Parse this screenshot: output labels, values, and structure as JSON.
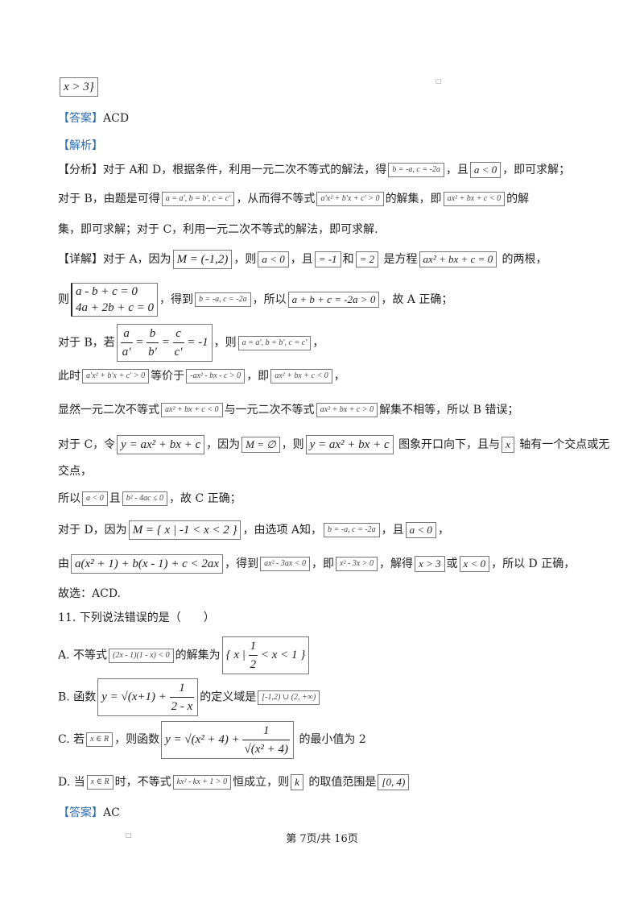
{
  "l01": {
    "m1": "x > 3}"
  },
  "l02": {
    "tag": "【答案】",
    "t1": "ACD"
  },
  "l03": {
    "tag": "【解析】"
  },
  "l04": {
    "tag": "【分析】",
    "t1": "对于 A和 D，根据条件，利用一元二次不等式的解法，得",
    "m1": "b = -a, c = -2a",
    "t2": "，且",
    "m2": "a < 0",
    "t3": "，即可求解；"
  },
  "l05": {
    "t1": "对于 B，由题是可得",
    "m1": "a = a′, b = b′, c = c′",
    "t2": "，从而得不等式",
    "m2": "a′x² + b′x + c′ > 0",
    "t3": "的解集，即",
    "m3": "ax² + bx + c < 0",
    "t4": "的解"
  },
  "l06": {
    "t1": "集，即可求解；对于 C，利用一元二次不等式的解法，即可求解."
  },
  "l07": {
    "tag": "【详解】",
    "t1": "对于 A，因为",
    "m1": "M = (-1,2)",
    "t2": "，则",
    "m2": "a < 0",
    "t3": "，且",
    "m3": "= -1",
    "t4": "和",
    "m4": "= 2",
    "t5": "是方程",
    "m5": "ax² + bx + c = 0",
    "t6": "的两根，"
  },
  "l08": {
    "t1": "则",
    "m1a": "a - b + c = 0",
    "m1b": "4a + 2b + c = 0",
    "t2": "，得到",
    "m2": "b = -a, c = -2a",
    "t3": "，所以",
    "m3": "a + b + c = -2a > 0",
    "t4": "，故 A 正确；"
  },
  "l09": {
    "t1": "对于 B，若",
    "f1n": "a",
    "f1d": "a′",
    "eq1": "=",
    "f2n": "b",
    "f2d": "b′",
    "eq2": "=",
    "f3n": "c",
    "f3d": "c′",
    "eq3": "= -1",
    "t2": "，则",
    "m2": "a = a′, b = b′, c = c′",
    "t3": "，"
  },
  "l10": {
    "t1": "此时",
    "m1": "a′x² + b′x + c′ > 0",
    "t2": "等价于",
    "m2": "-ax² - bx - c > 0",
    "t3": "，即",
    "m3": "ax² + bx + c < 0",
    "t4": "，"
  },
  "l11": {
    "t1": "显然一元二次不等式",
    "m1": "ax² + bx + c < 0",
    "t2": "与一元二次不等式",
    "m2": "ax² + bx + c > 0",
    "t3": "解集不相等，所以 B 错误；"
  },
  "l12": {
    "t1": "对于 C，令",
    "m1": "y = ax² + bx + c",
    "t2": "，因为",
    "m2": "M = ∅",
    "t3": "，则",
    "m3": "y = ax² + bx + c",
    "t4": "图象开口向下，且与",
    "m4": "x",
    "t5": "轴有一个交点或无"
  },
  "l13": {
    "t1": "交点，"
  },
  "l14": {
    "t1": "所以",
    "m1": "a < 0",
    "t2": "且",
    "m2": "b² - 4ac ≤ 0",
    "t3": "，故 C 正确；"
  },
  "l15": {
    "t1": "对于 D，因为",
    "m1": "M = { x | -1 < x < 2 }",
    "t2": "，由选项 A知，",
    "m2": "b = -a, c = -2a",
    "t3": "，且",
    "m3": "a < 0",
    "t4": "，"
  },
  "l16": {
    "t1": "由",
    "m1": "a(x² + 1) + b(x - 1) + c < 2ax",
    "t2": "，得到",
    "m2": "ax² - 3ax < 0",
    "t3": "，即",
    "m3": "x² - 3x > 0",
    "t4": "，解得",
    "m4": "x > 3",
    "t5": "或",
    "m5": "x < 0",
    "t6": "，所以 D 正确，"
  },
  "l17": {
    "t1": "故选：ACD."
  },
  "l18": {
    "t1": "11. 下列说法错误的是（　　）"
  },
  "l19": {
    "t1": "A. 不等式",
    "m1": "(2x - 1)(1 - x) < 0",
    "t2": "的解集为",
    "m2a": "{ x |",
    "f2n": "1",
    "f2d": "2",
    "m2b": "< x < 1 }"
  },
  "l20": {
    "t1": "B. 函数",
    "m1a": "y = √(x+1) +",
    "f1n": "1",
    "f1d": "2 - x",
    "t2": "的定义域是",
    "m2": "[-1,2) ∪ (2, +∞)"
  },
  "l21": {
    "t1": "C. 若",
    "m1": "x ∈ R",
    "t2": "，则函数",
    "m2a": "y = √(x² + 4) +",
    "f2n": "1",
    "f2d": "√(x² + 4)",
    "t3": "的最小值为 2"
  },
  "l22": {
    "t1": "D. 当",
    "m1": "x ∈ R",
    "t2": "时，不等式",
    "m2": "kx² - kx + 1 > 0",
    "t3": "恒成立，则",
    "m3": "k",
    "t4": "的取值范围是",
    "m4": "[0, 4)"
  },
  "l23": {
    "tag": "【答案】",
    "t1": "AC"
  },
  "footer": "第 7页/共 16页"
}
